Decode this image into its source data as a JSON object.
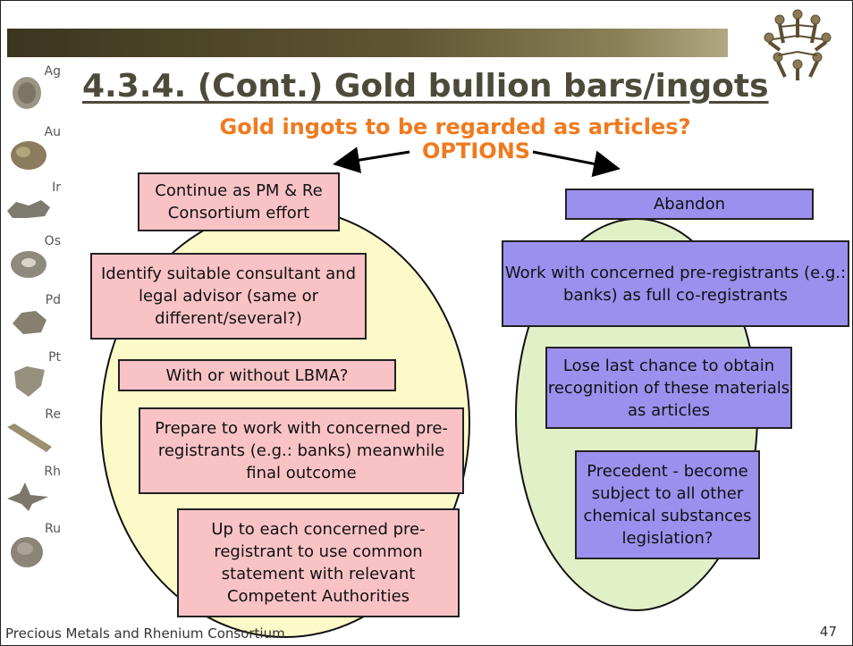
{
  "slide": {
    "title": "4.3.4. (Cont.) Gold bullion bars/ingots",
    "subtitle": "Gold ingots to be regarded as articles?",
    "options_label": "OPTIONS",
    "footer": "Precious Metals and Rhenium Consortium",
    "page_number": "47"
  },
  "metals": [
    "Ag",
    "Au",
    "Ir",
    "Os",
    "Pd",
    "Pt",
    "Re",
    "Rh",
    "Ru"
  ],
  "left_options": [
    "Continue as PM & Re Consortium effort",
    "Identify suitable consultant and legal advisor (same or different/several?)",
    "With or without LBMA?",
    "Prepare to work with concerned pre-registrants (e.g.: banks) meanwhile final outcome",
    "Up to each concerned pre-registrant to use common statement with relevant Competent Authorities"
  ],
  "right_options": [
    "Abandon",
    "Work with concerned pre-registrants (e.g.: banks) as full co-registrants",
    "Lose last chance to obtain recognition of these materials as articles",
    "Precedent - become subject to all other chemical substances legislation?"
  ],
  "colors": {
    "title": "#4d4a3a",
    "accent_orange": "#f07a1e",
    "pink_box": "#f9c3c6",
    "blue_box": "#9c90ee",
    "left_ellipse": "#fcfac8",
    "right_ellipse": "#e2f0c8"
  }
}
